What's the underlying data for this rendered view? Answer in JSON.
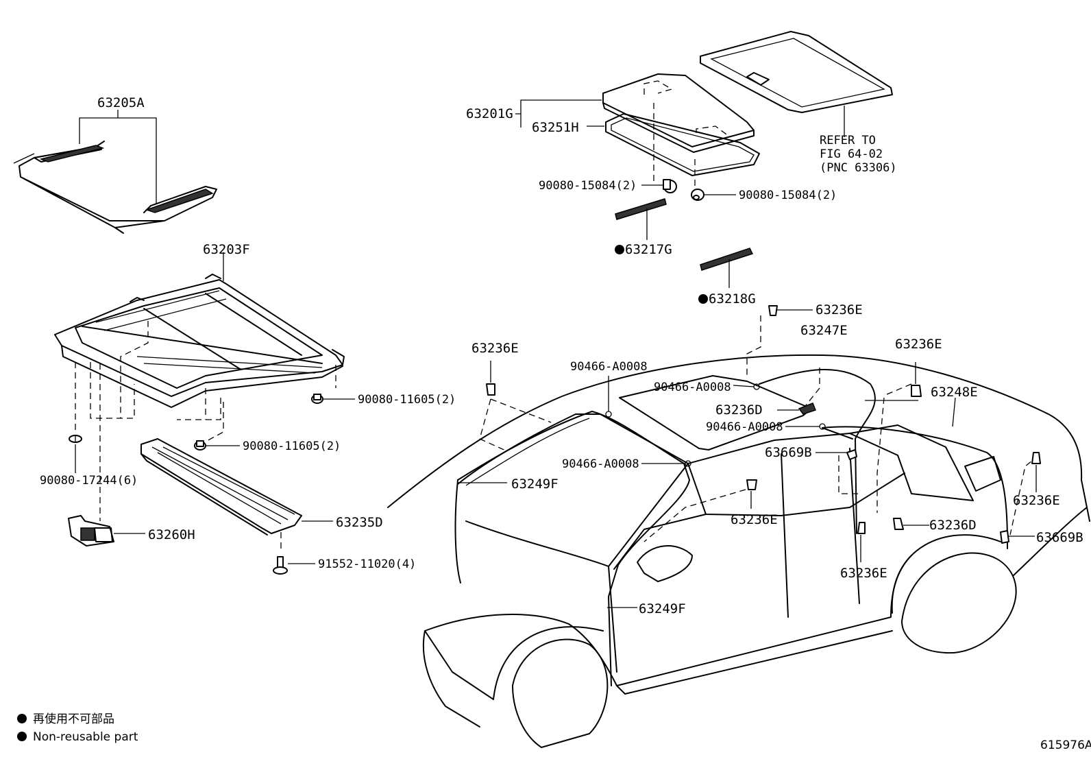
{
  "labels": {
    "p63205A": "63205A",
    "p63203F": "63203F",
    "p63201G": "63201G",
    "p63251H": "63251H",
    "refer1": "REFER TO",
    "refer2": "FIG 64-02",
    "refer3": "(PNC 63306)",
    "b15084_left": "90080-15084(2)",
    "b15084_right": "90080-15084(2)",
    "p63217G": "63217G",
    "p63218G": "63218G",
    "b11605_a": "90080-11605(2)",
    "b11605_b": "90080-11605(2)",
    "b17244": "90080-17244(6)",
    "p63260H": "63260H",
    "p63235D": "63235D",
    "b91552": "91552-11020(4)",
    "p63236E_top": "63236E",
    "p63247E": "63247E",
    "p63236E_left": "63236E",
    "p63236E_rtop": "63236E",
    "c0008_a": "90466-A0008",
    "c0008_b": "90466-A0008",
    "p63236D_top": "63236D",
    "p63248E": "63248E",
    "c0008_c": "90466-A0008",
    "p63669B_mid": "63669B",
    "c0008_d": "90466-A0008",
    "p63249F_top": "63249F",
    "p63236E_mid": "63236E",
    "p63236E_right": "63236E",
    "p63236D_right": "63236D",
    "p63669B_right": "63669B",
    "p63236E_bottom": "63236E",
    "p63249F_bottom": "63249F"
  },
  "legend": {
    "line1": "再使用不可部品",
    "line2": "Non-reusable part"
  },
  "figure_code": "615976A"
}
